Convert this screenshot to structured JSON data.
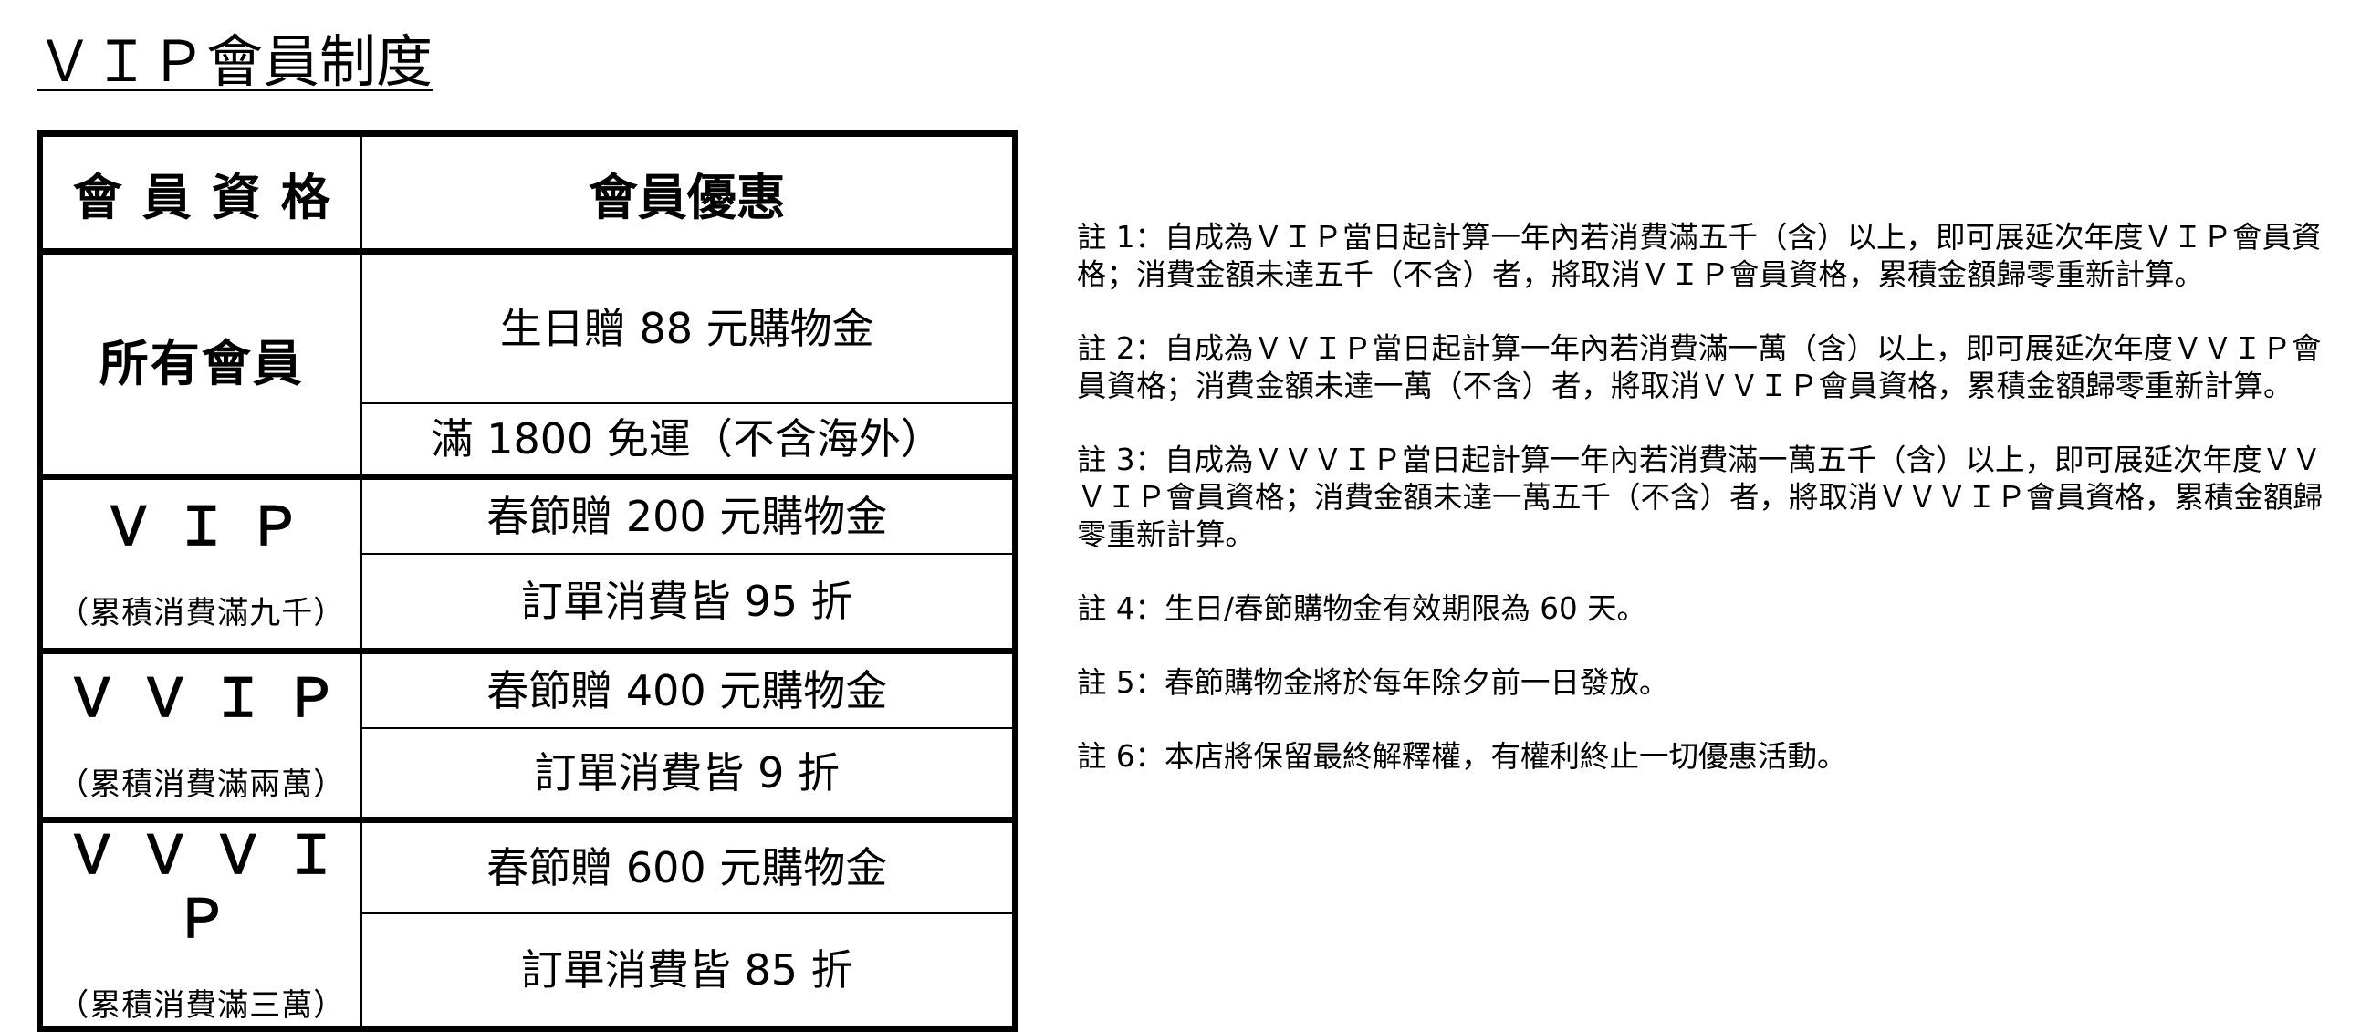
{
  "title": "ＶＩＰ會員制度",
  "table": {
    "header": {
      "tier": "會員資格",
      "benefit": "會員優惠"
    },
    "groups": [
      {
        "tier": "所有會員",
        "requirement": "",
        "benefits": [
          "生日贈 88 元購物金",
          "滿 1800 免運（不含海外）"
        ]
      },
      {
        "tier": "ＶＩＰ",
        "requirement": "（累積消費滿九千）",
        "benefits": [
          "春節贈 200 元購物金",
          "訂單消費皆 95 折"
        ]
      },
      {
        "tier": "ＶＶＩＰ",
        "requirement": "（累積消費滿兩萬）",
        "benefits": [
          "春節贈 400 元購物金",
          "訂單消費皆 9 折"
        ]
      },
      {
        "tier": "ＶＶＶＩＰ",
        "requirement": "（累積消費滿三萬）",
        "benefits": [
          "春節贈 600 元購物金",
          "訂單消費皆 85 折"
        ]
      }
    ]
  },
  "notes": [
    "註 1：自成為ＶＩＰ當日起計算一年內若消費滿五千（含）以上，即可展延次年度ＶＩＰ會員資格；消費金額未達五千（不含）者，將取消ＶＩＰ會員資格，累積金額歸零重新計算。",
    "註 2：自成為ＶＶＩＰ當日起計算一年內若消費滿一萬（含）以上，即可展延次年度ＶＶＩＰ會員資格；消費金額未達一萬（不含）者，將取消ＶＶＩＰ會員資格，累積金額歸零重新計算。",
    "註 3：自成為ＶＶＶＩＰ當日起計算一年內若消費滿一萬五千（含）以上，即可展延次年度ＶＶＶＩＰ會員資格；消費金額未達一萬五千（不含）者，將取消ＶＶＶＩＰ會員資格，累積金額歸零重新計算。",
    "註 4：生日/春節購物金有效期限為 60 天。",
    "註 5：春節購物金將於每年除夕前一日發放。",
    "註 6：本店將保留最終解釋權，有權利終止一切優惠活動。"
  ]
}
